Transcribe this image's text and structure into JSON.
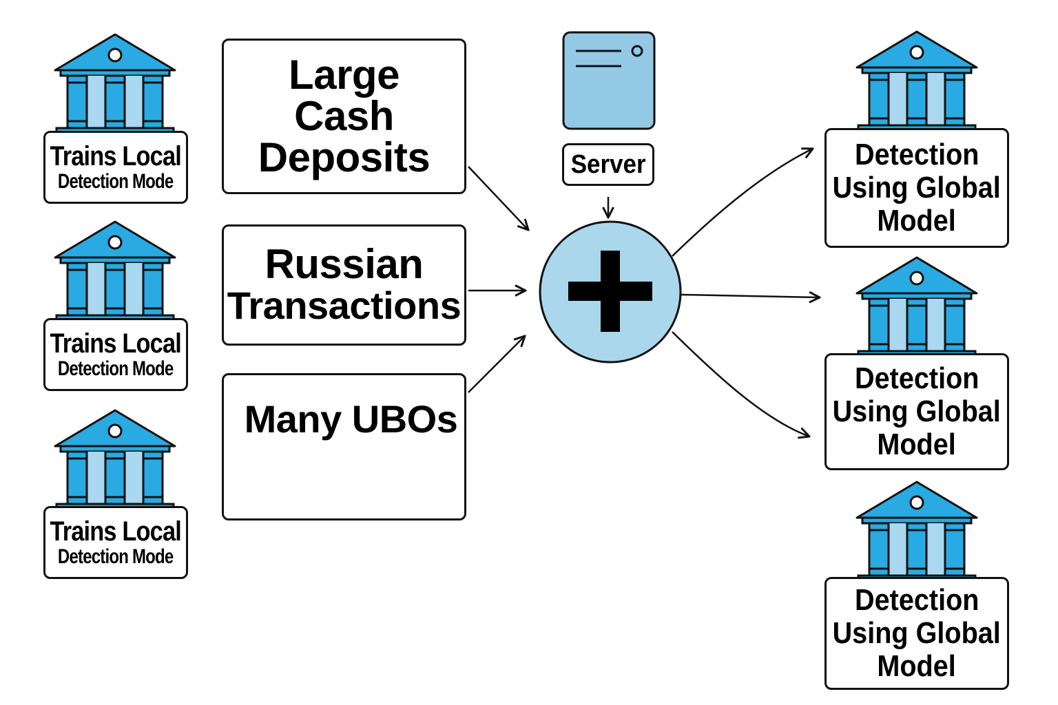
{
  "local_nodes": [
    {
      "line1": "Trains Local",
      "line2": "Detection Mode"
    },
    {
      "line1": "Trains Local",
      "line2": "Detection Mode"
    },
    {
      "line1": "Trains Local",
      "line2": "Detection Mode"
    }
  ],
  "features": [
    {
      "lines": [
        "Large",
        "Cash",
        "Deposits"
      ]
    },
    {
      "lines": [
        "Russian",
        "Transactions"
      ]
    },
    {
      "lines": [
        "Many UBOs"
      ]
    }
  ],
  "server": {
    "label": "Server",
    "icon": "server-icon"
  },
  "aggregator": {
    "icon": "plus-icon"
  },
  "global_nodes": [
    {
      "lines": [
        "Detection",
        "Using Global",
        "Model"
      ]
    },
    {
      "lines": [
        "Detection",
        "Using Global",
        "Model"
      ]
    },
    {
      "lines": [
        "Detection",
        "Using Global",
        "Model"
      ]
    }
  ],
  "colors": {
    "bank_blue": "#29aae2",
    "bank_light": "#a9d8f0",
    "server_fill": "#94c9e6",
    "circle_fill": "#aad7ec",
    "stroke": "#111111"
  }
}
